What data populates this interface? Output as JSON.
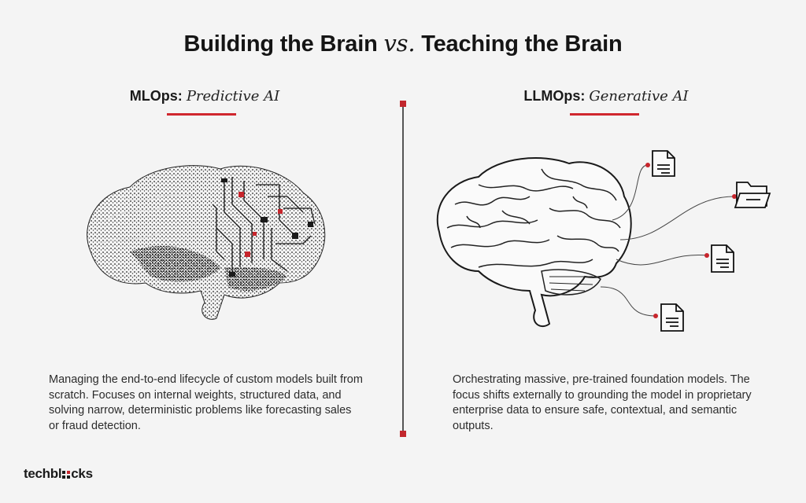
{
  "title": {
    "part1": "Building the Brain",
    "vs": "vs.",
    "part2": "Teaching the Brain"
  },
  "left": {
    "heading_bold": "MLOps:",
    "heading_italic": "Predictive AI",
    "description": "Managing the end-to-end lifecycle of custom models built from scratch. Focuses on internal weights, structured data, and solving narrow, deterministic problems like forecasting sales or fraud detection.",
    "illustration": "stippled-circuit-brain"
  },
  "right": {
    "heading_bold": "LLMOps:",
    "heading_italic": "Generative AI",
    "description": "Orchestrating massive, pre-trained foundation models. The focus shifts externally to grounding the model in proprietary enterprise data to ensure safe, contextual, and semantic outputs.",
    "illustration": "sketched-brain-with-documents",
    "icons": [
      "document-icon",
      "folder-icon",
      "document-icon",
      "document-icon"
    ]
  },
  "brand": {
    "logo_prefix": "techbl",
    "logo_suffix": "cks"
  },
  "colors": {
    "accent": "#d0272e",
    "text": "#1a1a1a",
    "background": "#f4f4f4"
  }
}
